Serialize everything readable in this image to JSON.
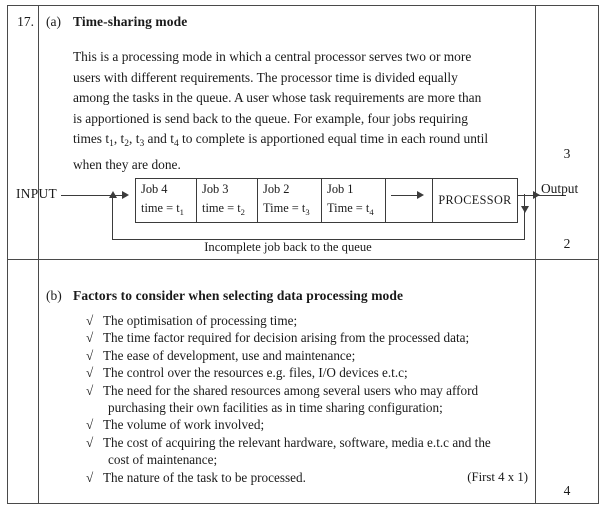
{
  "question": {
    "number": "17."
  },
  "part_a": {
    "label": "(a)",
    "heading": "Time-sharing mode",
    "paragraph_lines": [
      "This is a processing mode in which a central processor serves two or more",
      "users with different requirements.  The processor time is divided equally",
      "among the tasks in the queue.  A user whose task requirements are more than",
      "is apportioned is send back to the queue.  For example, four jobs requiring"
    ],
    "paragraph_line5_pre": "times t",
    "paragraph_line5_mid": ", t",
    "paragraph_line5_tail": " to complete is apportioned equal time in each round until",
    "paragraph_line6": "when they are done.",
    "marks_text": "3",
    "marks_diagram": "2"
  },
  "diagram": {
    "input_label": "INPUT",
    "output_label": "Output",
    "processor_label": "PROCESSOR",
    "caption": "Incomplete job back to the queue",
    "jobs": [
      {
        "name": "Job 4",
        "time_prefix": "time = t",
        "time_sub": "1"
      },
      {
        "name": "Job 3",
        "time_prefix": "time = t",
        "time_sub": "2"
      },
      {
        "name": "Job 2",
        "time_prefix": "Time = t",
        "time_sub": "3"
      },
      {
        "name": "Job 1",
        "time_prefix": "Time = t",
        "time_sub": "4"
      }
    ]
  },
  "part_b": {
    "label": "(b)",
    "heading": "Factors to consider when selecting data processing mode",
    "bullet_symbol": "√",
    "items": [
      {
        "text": "The optimisation of processing time;",
        "cont": ""
      },
      {
        "text": "The time factor required for decision arising from the processed data;",
        "cont": ""
      },
      {
        "text": "The ease of development, use and maintenance;",
        "cont": ""
      },
      {
        "text": "The control over the resources e.g. files, I/O devices e.t.c;",
        "cont": ""
      },
      {
        "text": "The need for the shared resources among several users who may afford",
        "cont": "purchasing their own facilities as in time sharing configuration;"
      },
      {
        "text": "The volume of work involved;",
        "cont": ""
      },
      {
        "text": "The cost of acquiring the relevant hardware, software, media e.t.c and the",
        "cont": "cost of maintenance;"
      },
      {
        "text": "The nature of the task to be processed.",
        "cont": ""
      }
    ],
    "note": "(First 4 x 1)",
    "marks": "4"
  },
  "colors": {
    "rule": "#4a4a4a",
    "ink": "#1a1a1a",
    "diagram_line": "#3b3b3b",
    "page": "#ffffff"
  }
}
